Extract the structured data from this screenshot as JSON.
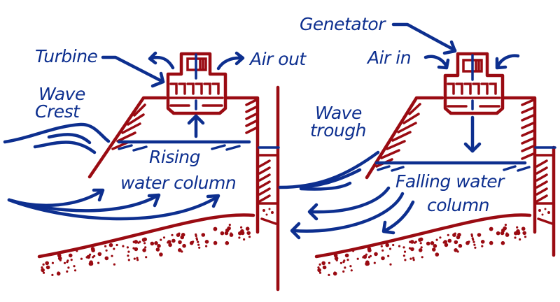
{
  "colors": {
    "water_air_blue": "#0d2f8f",
    "structure_red": "#9a0b12",
    "background": "#ffffff"
  },
  "panels": [
    {
      "id": "rising",
      "labels": {
        "turbine": "Turbine",
        "air": "Air out",
        "wave_line1": "Wave",
        "wave_line2": "Crest",
        "column_line1": "Rising",
        "column_line2": "water column"
      },
      "air_flow": "out",
      "water_motion": "up"
    },
    {
      "id": "falling",
      "labels": {
        "generator": "Genetator",
        "air": "Air in",
        "wave_line1": "Wave",
        "wave_line2": "trough",
        "column_line1": "Falling water",
        "column_line2": "column"
      },
      "air_flow": "in",
      "water_motion": "down"
    }
  ]
}
